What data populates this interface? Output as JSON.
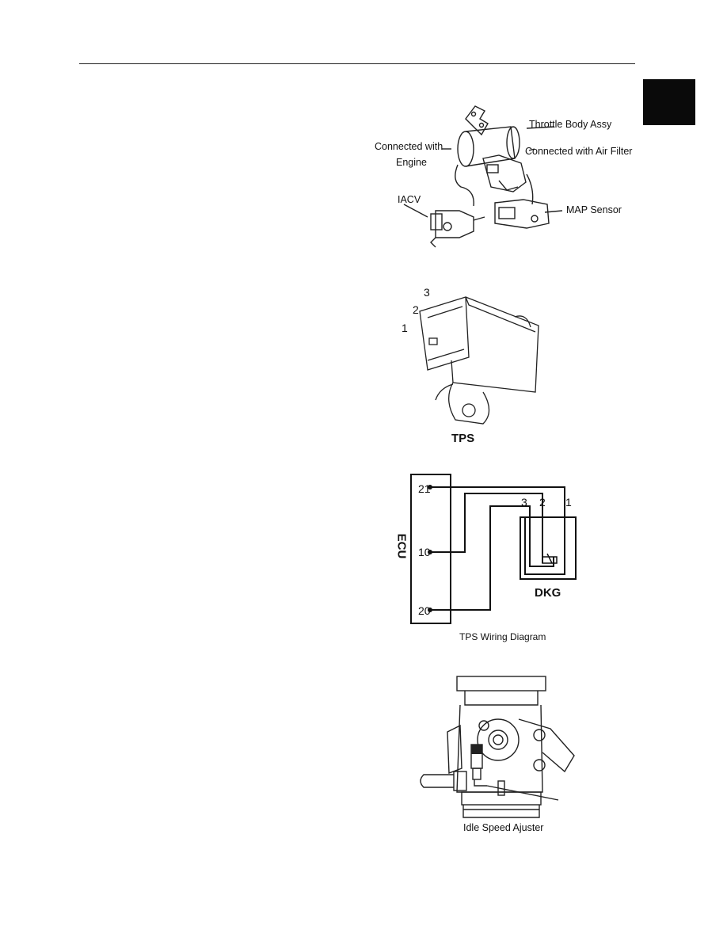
{
  "figure1": {
    "labels": {
      "throttle_body": "Throttle Body Assy",
      "connected_engine_line1": "Connected with",
      "connected_engine_line2": "Engine",
      "connected_air_filter": "Connected with Air Filter",
      "iacv": "IACV",
      "map_sensor": "MAP Sensor"
    }
  },
  "figure2": {
    "pins": [
      "3",
      "2",
      "1"
    ],
    "caption": "TPS"
  },
  "figure3": {
    "ecu_label": "ECU",
    "ecu_pins": [
      "21",
      "10",
      "20"
    ],
    "sensor_pins": [
      "3",
      "2",
      "1"
    ],
    "sensor_label": "DKG",
    "caption": "TPS Wiring Diagram"
  },
  "figure4": {
    "caption": "Idle Speed Ajuster"
  },
  "colors": {
    "ink": "#111111",
    "tab": "#0a0a0a"
  }
}
